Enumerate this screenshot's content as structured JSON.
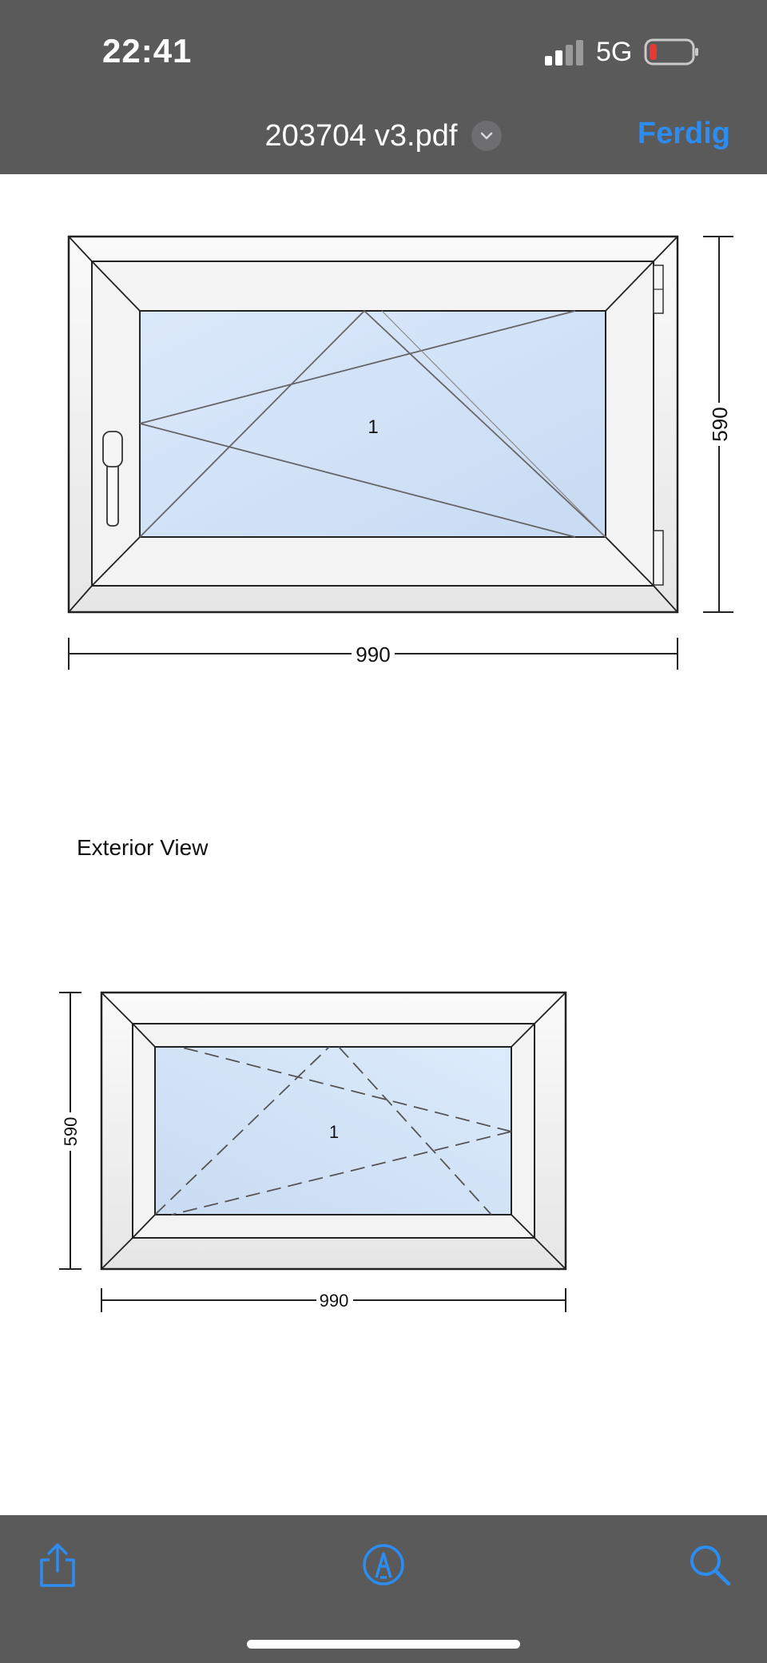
{
  "status": {
    "time": "22:41",
    "network": "5G",
    "battery_color": "#e53935"
  },
  "header": {
    "title": "203704 v3.pdf",
    "done_label": "Ferdig",
    "accent": "#2d8cf0"
  },
  "document": {
    "interior": {
      "sash_number": "1",
      "width_label": "990",
      "height_label": "590"
    },
    "exterior": {
      "label": "Exterior View",
      "sash_number": "1",
      "width_label": "990",
      "height_label": "590"
    }
  },
  "toolbar": {
    "icons": [
      "share-icon",
      "markup-icon",
      "search-icon"
    ]
  }
}
